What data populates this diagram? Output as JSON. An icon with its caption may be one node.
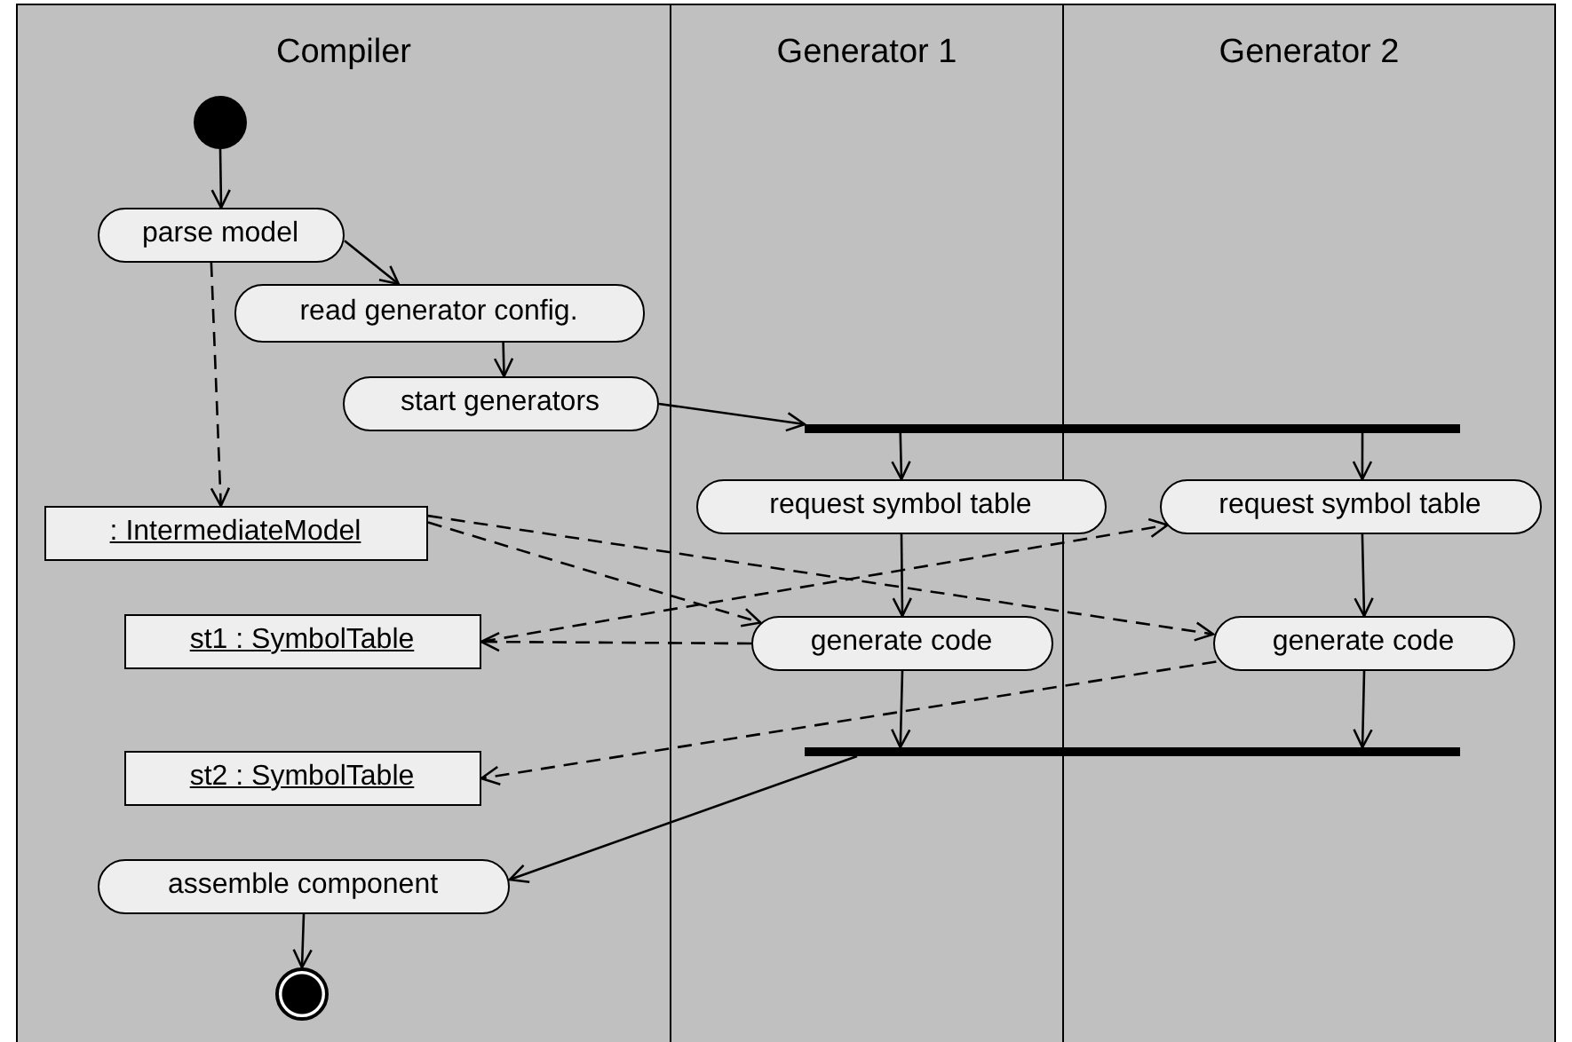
{
  "diagram": {
    "nodes": [
      {
        "text": [
          "Compiler"
        ]
      },
      {
        "text": [
          "Generator 1"
        ]
      },
      {
        "text": [
          "Generator 2"
        ]
      },
      {
        "text": [],
        "shape": "circle",
        "in": 0
      },
      {
        "text": [
          "parse model"
        ],
        "in": 0
      },
      {
        "text": [
          "read generator config."
        ],
        "in": 0
      },
      {
        "text": [
          "start generators"
        ],
        "in": 0
      },
      {
        "text": [],
        "shape": "bar"
      },
      {
        "text": [
          ": IntermediateModel"
        ],
        "in": 0
      },
      {
        "text": [
          "request symbol table"
        ],
        "in": 1
      },
      {
        "text": [
          "request symbol table"
        ],
        "in": 2
      },
      {
        "text": [
          "st1 : SymbolTable"
        ],
        "in": 0
      },
      {
        "text": [
          "generate code"
        ],
        "in": 1
      },
      {
        "text": [
          "generate code"
        ],
        "in": 2
      },
      {
        "text": [
          "st2 : SymbolTable"
        ],
        "in": 0
      },
      {
        "text": [],
        "shape": "bar"
      },
      {
        "text": [
          "assemble component"
        ],
        "in": 0
      },
      {
        "text": [],
        "shape": "circle",
        "in": 0
      }
    ],
    "edges": [
      {
        "from": 3,
        "to": 4,
        "arrow": "to"
      },
      {
        "from": 4,
        "to": 5,
        "arrow": "to"
      },
      {
        "from": 5,
        "to": 6,
        "arrow": "to"
      },
      {
        "from": 6,
        "to": 7,
        "arrow": "to"
      },
      {
        "from": 7,
        "to": 9,
        "arrow": "to"
      },
      {
        "from": 7,
        "to": 10,
        "arrow": "to"
      },
      {
        "from": 9,
        "to": 12,
        "arrow": "to"
      },
      {
        "from": 10,
        "to": 13,
        "arrow": "to"
      },
      {
        "from": 12,
        "to": 15,
        "arrow": "to"
      },
      {
        "from": 13,
        "to": 15,
        "arrow": "to"
      },
      {
        "from": 15,
        "to": 16,
        "arrow": "to"
      },
      {
        "from": 16,
        "to": 17,
        "arrow": "to"
      },
      {
        "from": 4,
        "to": 8,
        "arrow": "to",
        "style": "dashed"
      },
      {
        "from": 8,
        "to": 12,
        "arrow": "to",
        "style": "dashed"
      },
      {
        "from": 8,
        "to": 13,
        "arrow": "to",
        "style": "dashed"
      },
      {
        "from": 12,
        "to": 11,
        "arrow": "to",
        "style": "dashed"
      },
      {
        "from": 11,
        "to": 10,
        "arrow": "to",
        "style": "dashed"
      },
      {
        "from": 13,
        "to": 14,
        "arrow": "to",
        "style": "dashed"
      }
    ]
  }
}
